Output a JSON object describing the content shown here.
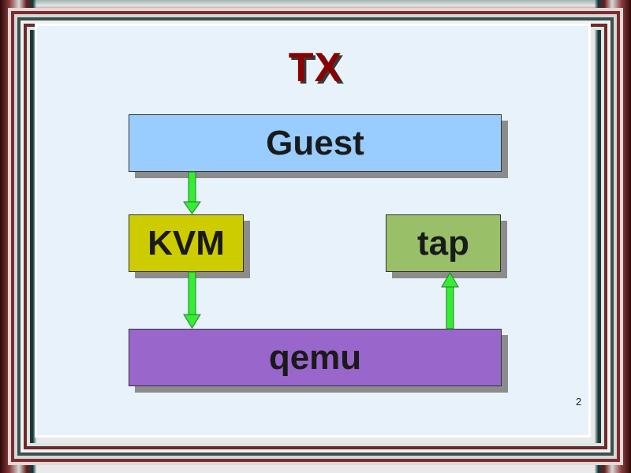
{
  "slide": {
    "title": "TX",
    "page_number": "2"
  },
  "diagram": {
    "nodes": {
      "guest": "Guest",
      "kvm": "KVM",
      "tap": "tap",
      "qemu": "qemu"
    },
    "edges": [
      {
        "from": "guest",
        "to": "kvm"
      },
      {
        "from": "kvm",
        "to": "qemu"
      },
      {
        "from": "qemu",
        "to": "tap"
      }
    ]
  },
  "colors": {
    "title": "#8b0000",
    "guest": "#99ccff",
    "kvm": "#cccc00",
    "tap": "#99c068",
    "qemu": "#9966cc",
    "arrow": "#33ee33",
    "slide_background": "#e8f2fa"
  }
}
